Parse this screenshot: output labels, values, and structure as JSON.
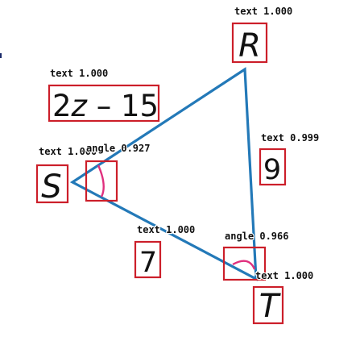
{
  "colors": {
    "triangle": "#2379b8",
    "angle_arc": "#e0307e",
    "box": "#cc1f2a"
  },
  "diagram": {
    "vertices": {
      "R": "R",
      "S": "S",
      "T": "T"
    },
    "side_labels": {
      "rs": [
        "2",
        "z",
        " – ",
        "15"
      ],
      "rt": "9",
      "st": "7"
    },
    "detections": {
      "label_R": "text 1.000",
      "label_rs": "text 1.000",
      "label_S": "text 1.000",
      "angle_S": "angle 0.927",
      "label_rt": "text 0.999",
      "label_st": "text 1.000",
      "angle_T": "angle 0.966",
      "label_T": "text 1.000"
    }
  }
}
